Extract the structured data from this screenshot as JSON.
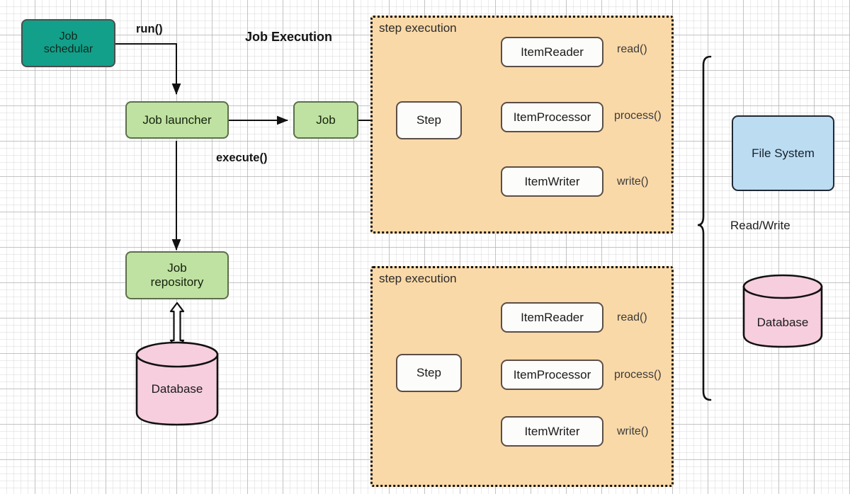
{
  "diagram": {
    "title": "Job Execution",
    "nodes": {
      "job_scheduler_line1": "Job",
      "job_scheduler_line2": "schedular",
      "job_launcher": "Job launcher",
      "job": "Job",
      "job_repository_line1": "Job",
      "job_repository_line2": "repository",
      "left_database": "Database",
      "file_system": "File System",
      "right_database": "Database"
    },
    "edge_labels": {
      "run": "run()",
      "execute": "execute()"
    },
    "brace": {
      "label": "Read/Write"
    },
    "step_groups": [
      {
        "group_label": "step execution",
        "step": "Step",
        "items": [
          {
            "name": "ItemReader",
            "method": "read()"
          },
          {
            "name": "ItemProcessor",
            "method": "process()"
          },
          {
            "name": "ItemWriter",
            "method": "write()"
          }
        ]
      },
      {
        "group_label": "step execution",
        "step": "Step",
        "items": [
          {
            "name": "ItemReader",
            "method": "read()"
          },
          {
            "name": "ItemProcessor",
            "method": "process()"
          },
          {
            "name": "ItemWriter",
            "method": "write()"
          }
        ]
      }
    ],
    "colors": {
      "scheduler_fill": "#12a08a",
      "green_fill": "#bfe2a2",
      "group_fill": "#fad9a8",
      "blue_fill": "#bcdcf2",
      "db_fill": "#f7cede",
      "white_fill": "#fcfcfa"
    }
  }
}
